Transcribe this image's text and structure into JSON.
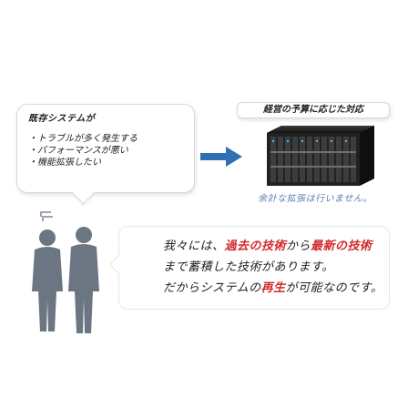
{
  "left_bubble": {
    "title": "既存システムが",
    "issues": [
      "・トラブルが多く発生する",
      "・パフォーマンスが悪い",
      "・機能拡張したい"
    ]
  },
  "right_title": "経営の予算に応じた対応",
  "server_caption": "余計な拡張は行いません。",
  "right_bubble": {
    "line1": {
      "pre": "我々には、",
      "hl1": "過去の技術",
      "mid": "から",
      "hl2": "最新の技術"
    },
    "line2": "まで蓄積した技術があります。",
    "line3": {
      "pre": "だからシステムの",
      "hl1": "再生",
      "post": "が可能なのです。"
    }
  },
  "colors": {
    "arrow": "#2f6fb3",
    "highlight": "#d22a2a",
    "caption": "#5b7fb0",
    "people": "#6b7682"
  }
}
